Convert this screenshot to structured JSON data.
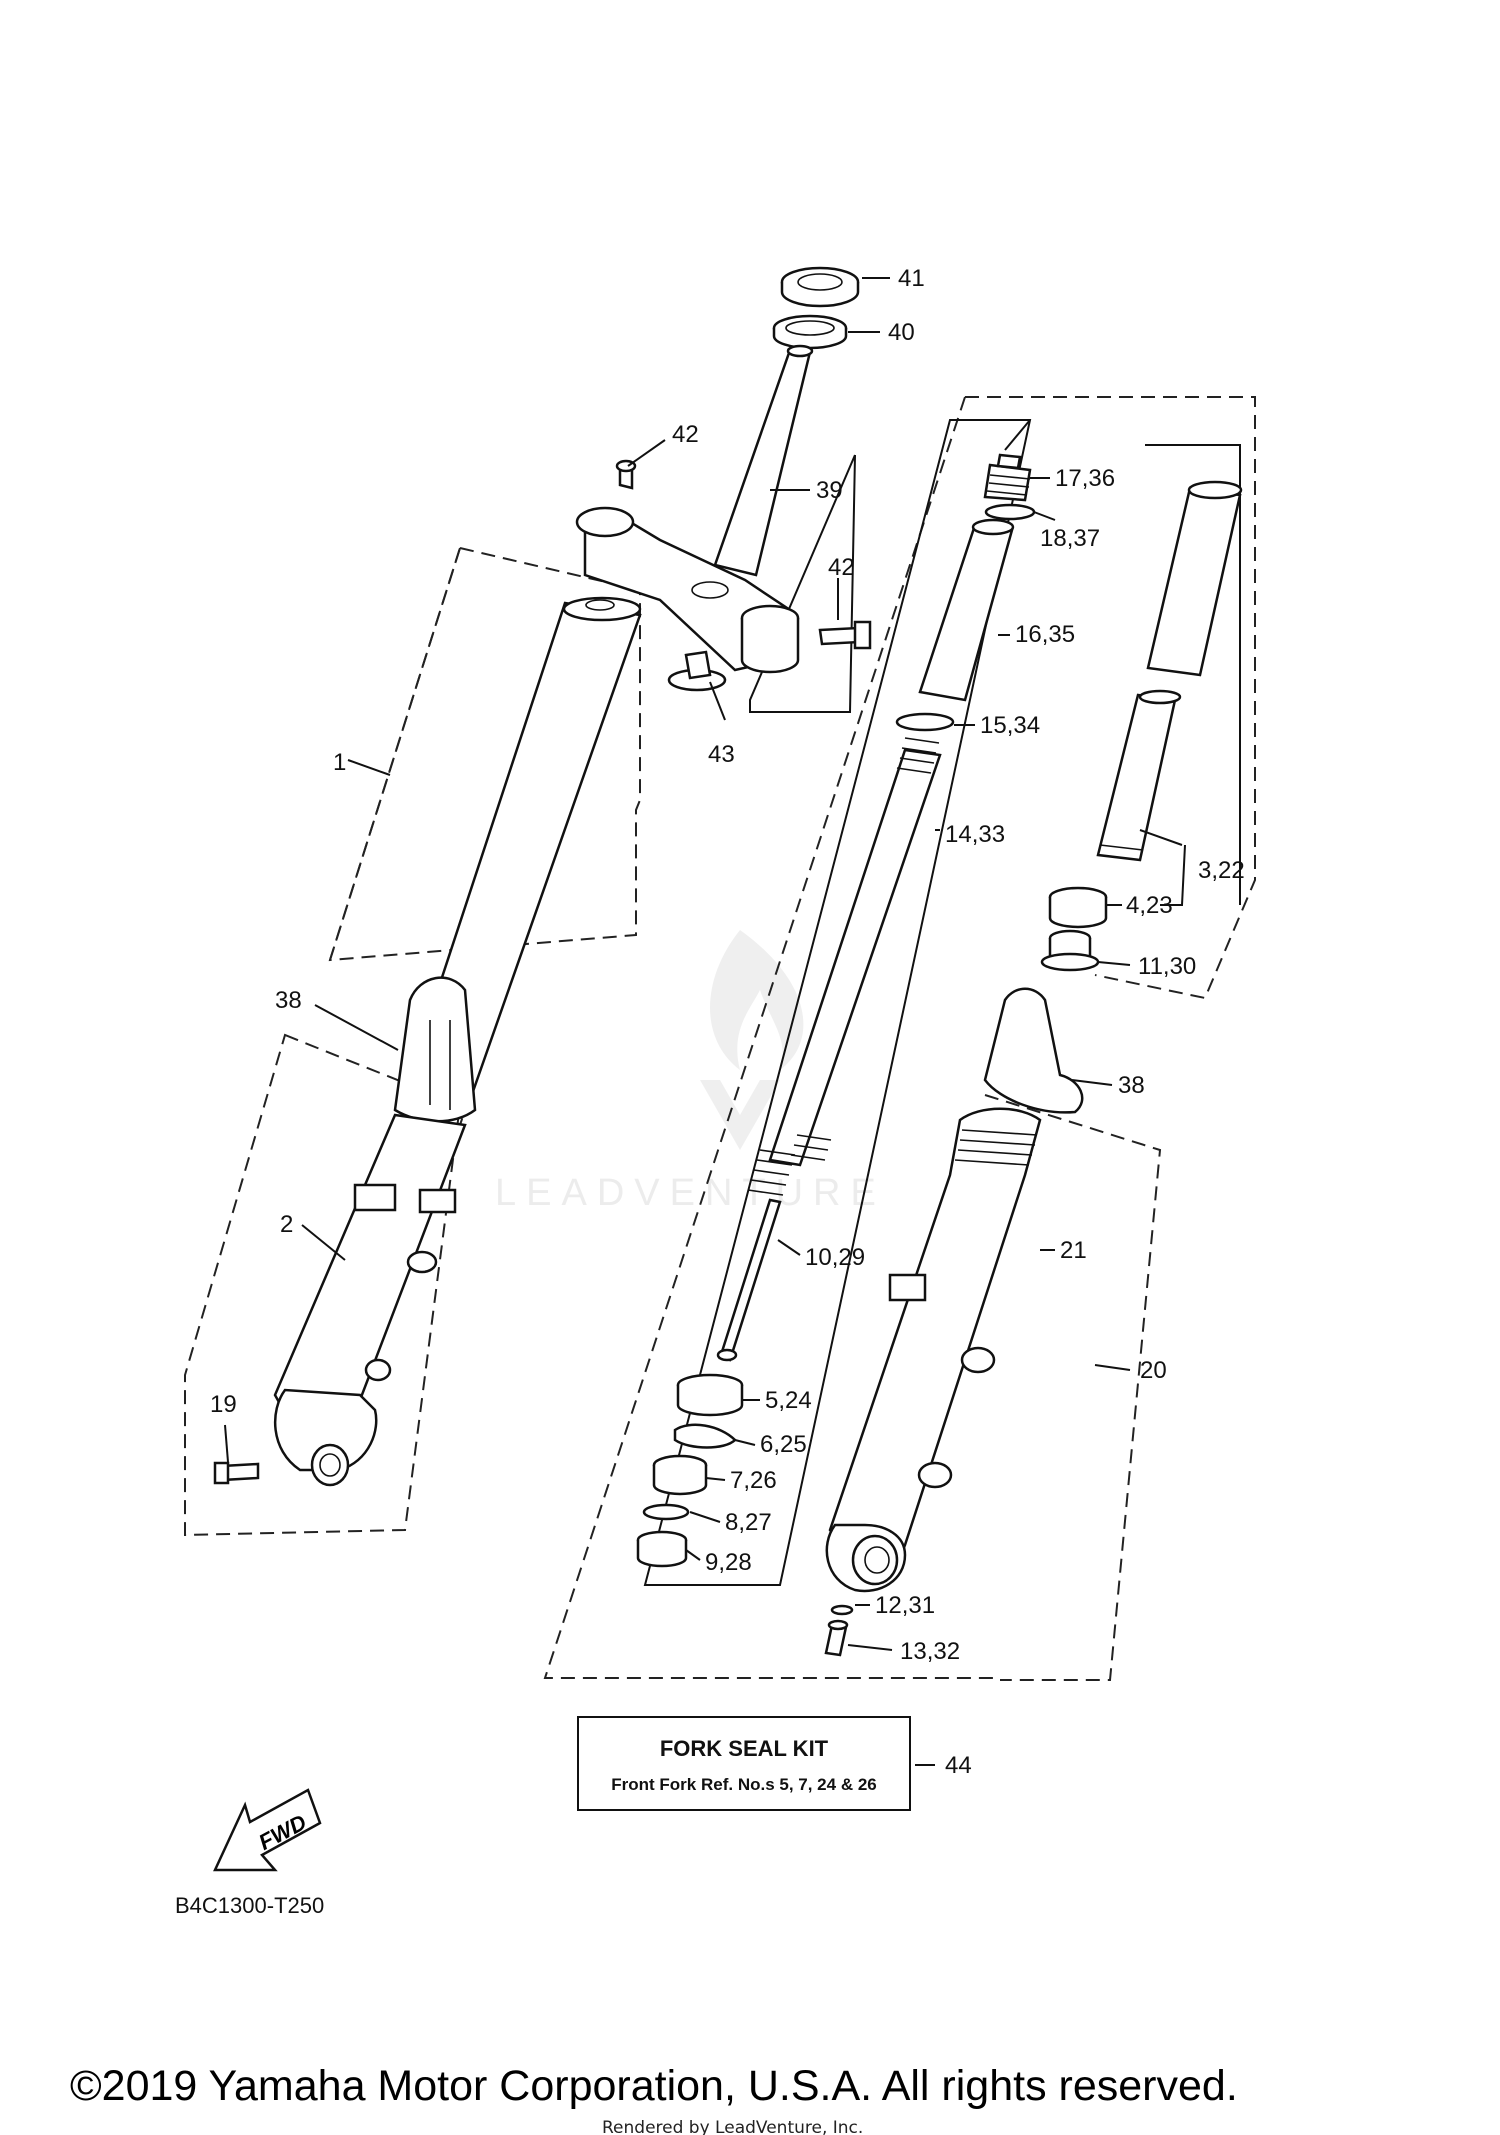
{
  "diagram": {
    "labels": {
      "p41": "41",
      "p40": "40",
      "p42a": "42",
      "p39": "39",
      "p42b": "42",
      "p43": "43",
      "p1": "1",
      "p38a": "38",
      "p2": "2",
      "p19": "19",
      "p17_36": "17,36",
      "p18_37": "18,37",
      "p16_35": "16,35",
      "p15_34": "15,34",
      "p14_33": "14,33",
      "p3_22": "3,22",
      "p4_23": "4,23",
      "p11_30": "11,30",
      "p38b": "38",
      "p10_29": "10,29",
      "p21": "21",
      "p20": "20",
      "p5_24": "5,24",
      "p6_25": "6,25",
      "p7_26": "7,26",
      "p8_27": "8,27",
      "p9_28": "9,28",
      "p12_31": "12,31",
      "p13_32": "13,32",
      "p44": "44"
    },
    "kit_box": {
      "title": "FORK  SEAL KIT",
      "subtitle": "Front Fork  Ref. No.s  5, 7, 24 & 26"
    },
    "fwd_arrow": "FWD",
    "diagram_code": "B4C1300-T250",
    "watermark": "LEADVENTURE"
  },
  "footer": {
    "copyright": "©2019 Yamaha Motor Corporation, U.S.A. All rights reserved.",
    "rendered_by": "Rendered by LeadVenture, Inc."
  }
}
